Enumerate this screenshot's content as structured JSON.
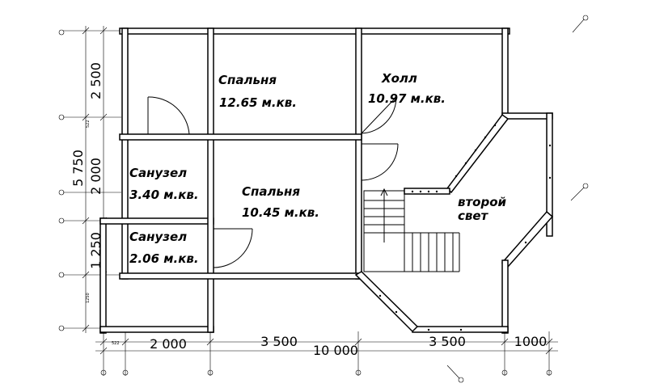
{
  "rooms": [
    {
      "name": "Спальня",
      "area": "12.65 м.кв."
    },
    {
      "name": "Холл",
      "area": "10.97 м.кв."
    },
    {
      "name": "Санузел",
      "area": "3.40 м.кв."
    },
    {
      "name": "Спальня",
      "area": "10.45 м.кв."
    },
    {
      "name": "Санузел",
      "area": "2.06 м.кв."
    },
    {
      "name": "второй",
      "area": "свет"
    }
  ],
  "dimensions": {
    "vertical": {
      "top": "2 500",
      "total": "5 750",
      "middle": "2 000",
      "bottom": "1 250"
    },
    "horizontal": {
      "first": "2 000",
      "second": "3 500",
      "total": "10 000",
      "third": "3 500",
      "fourth": "1000"
    }
  }
}
